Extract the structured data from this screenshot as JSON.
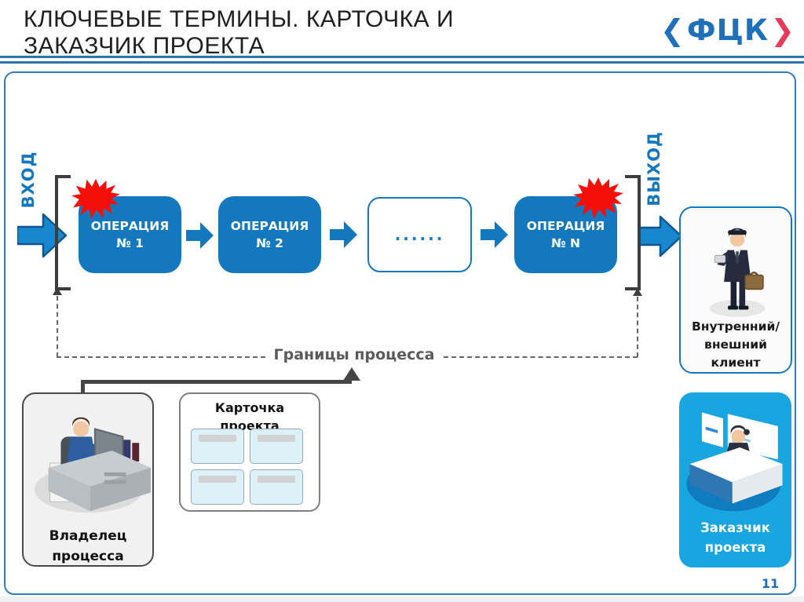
{
  "slide": {
    "title_line1": "КЛЮЧЕВЫЕ ТЕРМИНЫ. КАРТОЧКА И",
    "title_line2": "ЗАКАЗЧИК ПРОЕКТА",
    "page_number": "11"
  },
  "logo": {
    "left_chevron": "❮",
    "letters": "ФЦК",
    "right_chevron": "❯"
  },
  "flow": {
    "input_label": "ВХОД",
    "output_label": "ВЫХОД",
    "op1_line1": "ОПЕРАЦИЯ",
    "op1_line2": "№ 1",
    "op2_line1": "ОПЕРАЦИЯ",
    "op2_line2": "№ 2",
    "ellipsis": "......",
    "opn_line1": "ОПЕРАЦИЯ",
    "opn_line2": "№ N",
    "boundary_label": "Границы процесса"
  },
  "cards": {
    "client_line1": "Внутренний/",
    "client_line2": "внешний",
    "client_line3": "клиент",
    "owner_line1": "Владелец",
    "owner_line2": "процесса",
    "project_line1": "Карточка",
    "project_line2": "проекта",
    "customer_line1": "Заказчик",
    "customer_line2": "проекта"
  },
  "colors": {
    "primary_blue": "#1478BE",
    "bright_blue": "#18A5E0",
    "logo_blue": "#1E71B8",
    "logo_red": "#E73B5C",
    "starburst_red": "#F60E08",
    "separator_blue": "#2B72B0",
    "boundary_gray": "#5A5A5A",
    "page_number_blue": "#1F6CB0"
  }
}
